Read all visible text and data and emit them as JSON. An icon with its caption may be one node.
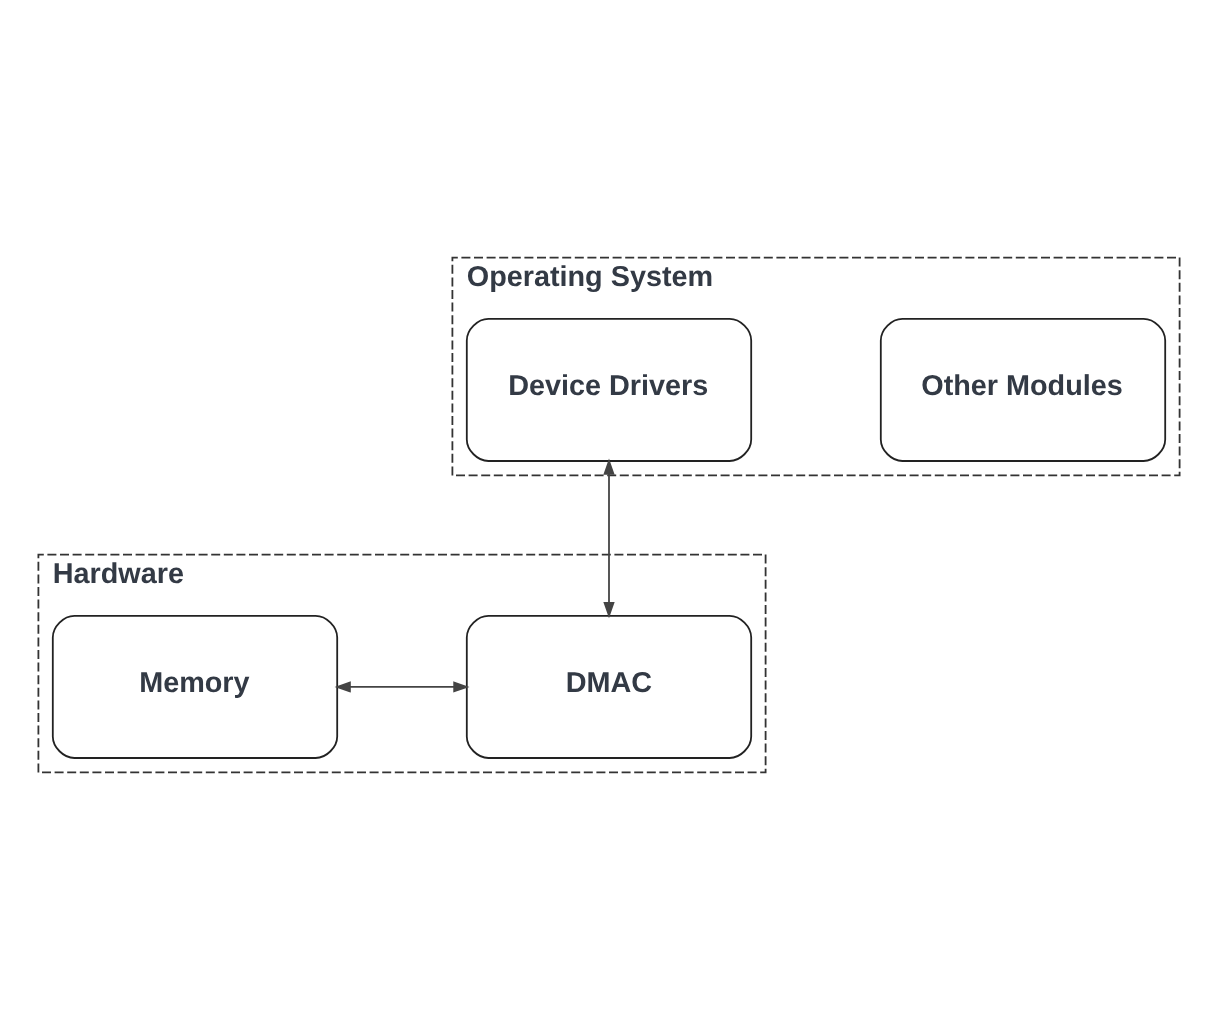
{
  "diagram": {
    "nodes": [
      {
        "text": [
          "Operating System"
        ]
      },
      {
        "text": [
          "Other Modules"
        ],
        "in": 0
      },
      {
        "text": [
          "Device Drivers"
        ],
        "in": 0
      },
      {
        "text": [
          "Hardware"
        ]
      },
      {
        "text": [
          "Memory"
        ],
        "in": 3
      },
      {
        "text": [
          "DMAC"
        ],
        "in": 3
      }
    ],
    "edges": [
      {
        "from": 2,
        "to": 5,
        "arrow": "both"
      },
      {
        "from": 4,
        "to": 5,
        "arrow": "both"
      }
    ]
  }
}
